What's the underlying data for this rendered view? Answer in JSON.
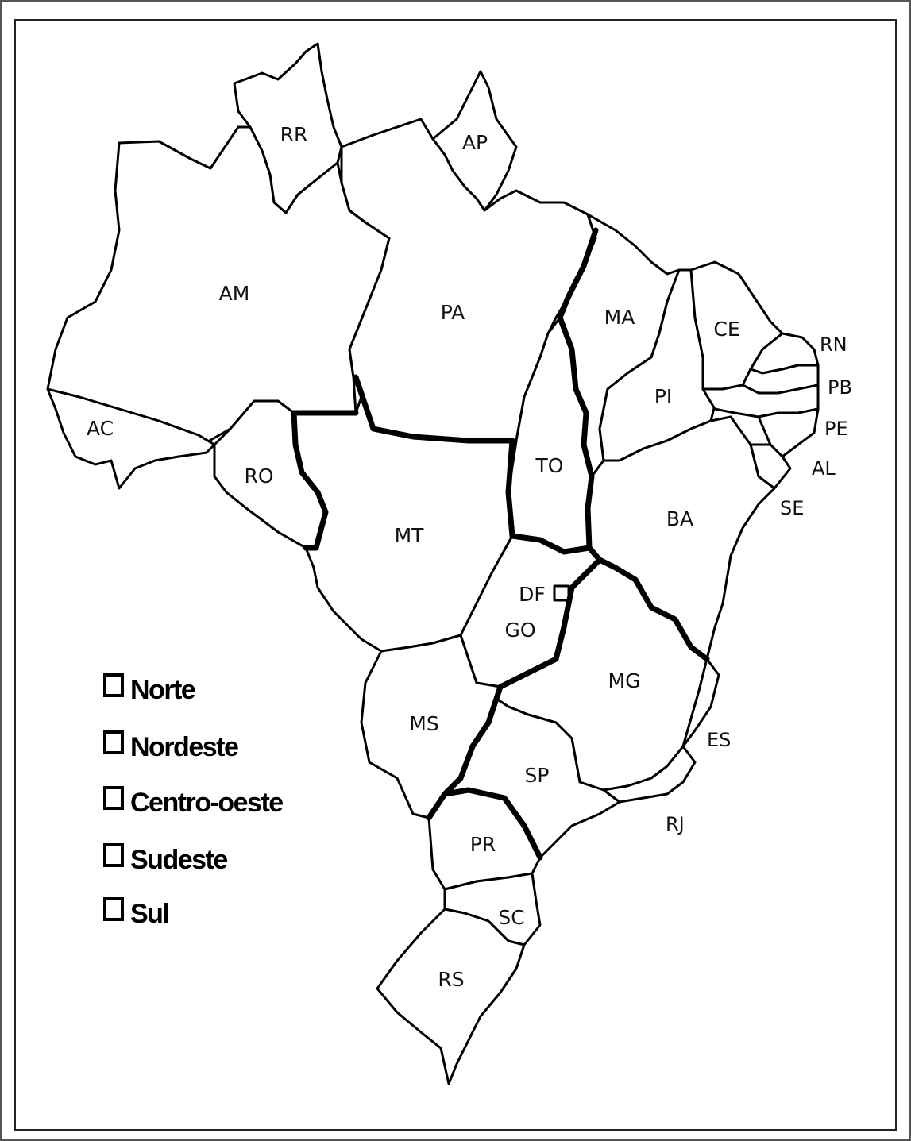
{
  "map": {
    "states": {
      "RR": "RR",
      "AP": "AP",
      "AM": "AM",
      "PA": "PA",
      "MA": "MA",
      "CE": "CE",
      "RN": "RN",
      "PB": "PB",
      "PE": "PE",
      "AL": "AL",
      "SE": "SE",
      "PI": "PI",
      "AC": "AC",
      "RO": "RO",
      "TO": "TO",
      "BA": "BA",
      "MT": "MT",
      "DF": "DF",
      "GO": "GO",
      "MG": "MG",
      "MS": "MS",
      "ES": "ES",
      "SP": "SP",
      "RJ": "RJ",
      "PR": "PR",
      "SC": "SC",
      "RS": "RS"
    }
  },
  "legend": {
    "items": [
      "Norte",
      "Nordeste",
      "Centro-oeste",
      "Sudeste",
      "Sul"
    ]
  }
}
